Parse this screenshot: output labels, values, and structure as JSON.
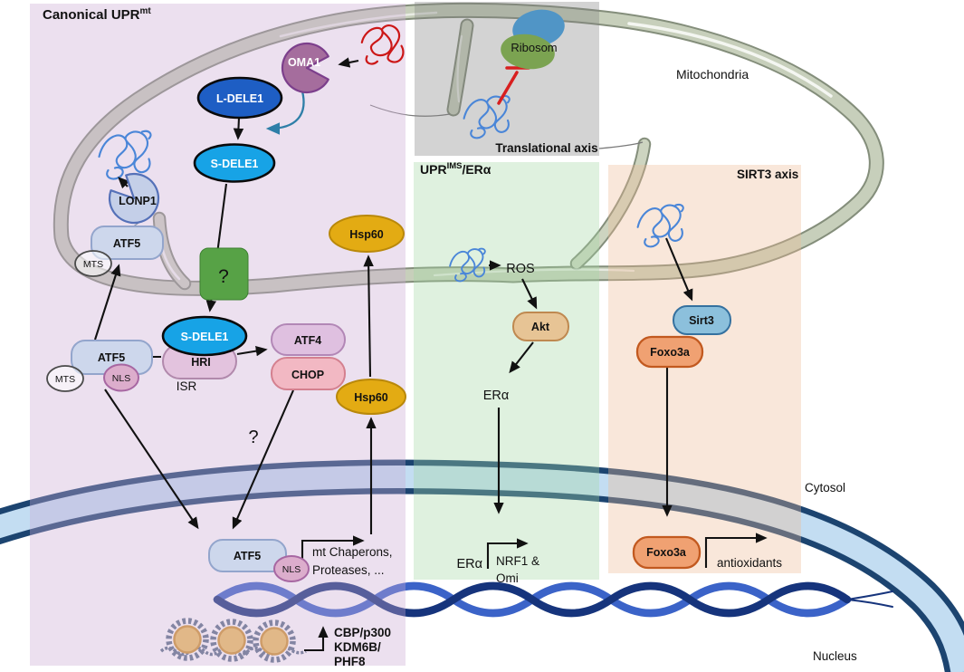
{
  "regions": {
    "canonical_upr": {
      "label": "Canonical UPR",
      "sup": "mt"
    },
    "translational": {
      "label": "Translational axis"
    },
    "upr_ims": {
      "pre": "UPR",
      "sup": "IMS",
      "post": "/ERα"
    },
    "sirt3": {
      "label": "SIRT3 axis"
    }
  },
  "compartments": {
    "mitochondria": "Mitochondria",
    "cytosol": "Cytosol",
    "nucleus": "Nucleus"
  },
  "nodes": {
    "oma1": "OMA1",
    "l_dele1": "L-DELE1",
    "s_dele1_upper": "S-DELE1",
    "s_dele1_lower": "S-DELE1",
    "lonp1": "LONP1",
    "atf5_matrix": "ATF5",
    "mts_matrix": "MTS",
    "atf5_cytosol": "ATF5",
    "mts_cytosol": "MTS",
    "nls_cytosol": "NLS",
    "atf5_nucleus": "ATF5",
    "nls_nucleus": "NLS",
    "hri": "HRI",
    "isr": "ISR",
    "atf4": "ATF4",
    "chop": "CHOP",
    "hsp60_upper": "Hsp60",
    "hsp60_lower": "Hsp60",
    "importer_unknown": "?",
    "question_unknown": "?",
    "ribosome": "Ribosom",
    "ros": "ROS",
    "akt": "Akt",
    "era_cytosol": "ERα",
    "era_nucleus": "ERα",
    "sirt3": "Sirt3",
    "foxo3a_cytosol": "Foxo3a",
    "foxo3a_nucleus": "Foxo3a"
  },
  "texts": {
    "chaperons_line1": "mt Chaperons,",
    "chaperons_line2": "Proteases, ...",
    "nrf1_line1": "NRF1 &",
    "nrf1_line2": "Omi",
    "antioxidants": "antioxidants",
    "cbp": "CBP/p300",
    "kdm6b": "KDM6B/",
    "phf8": "PHF8"
  },
  "colors": {
    "canonical_region_bg": "#ECE0EF",
    "translational_region_bg": "#D3D3D3",
    "upr_ims_region_bg": "#DFF1DF",
    "sirt3_region_bg": "#F9E7DA",
    "mito_membrane": "#C7CFBB",
    "nucleus_envelope_band": "#C3DDF2",
    "nucleus_envelope_edge": "#1C4470",
    "dna_dark": "#16347C",
    "dna_light": "#3B63C8",
    "hsp60_gold": "#E3AB13",
    "dele1_blue": "#17A3E6",
    "l_dele1_blue": "#1E5EC4",
    "oma1_purple": "#A56D9D",
    "importer_green": "#57A246",
    "cbp_red": "#CB2128",
    "kdm6b_blue": "#6F9BD2",
    "misfolded_red": "#CC1717",
    "unfolded_blue": "#4A86D8",
    "inhibit_red": "#D81F1F"
  }
}
